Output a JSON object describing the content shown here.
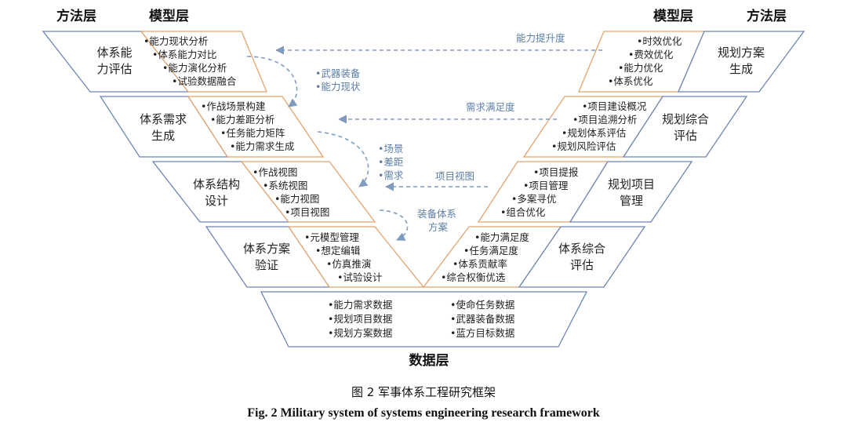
{
  "headers": {
    "left_method": "方法层",
    "left_model": "模型层",
    "right_model": "模型层",
    "right_method": "方法层",
    "data_layer": "数据层"
  },
  "left_methods": [
    [
      "体系能",
      "力评估"
    ],
    [
      "体系需求",
      "生成"
    ],
    [
      "体系结构",
      "设计"
    ],
    [
      "体系方案",
      "验证"
    ]
  ],
  "left_models": [
    [
      "•能力现状分析",
      "•体系能力对比",
      "•能力演化分析",
      "•试验数据融合"
    ],
    [
      "•作战场景构建",
      "•能力差距分析",
      "•任务能力矩阵",
      "•能力需求生成"
    ],
    [
      "•作战视图",
      "•系统视图",
      "•能力视图",
      "•项目视图"
    ],
    [
      "•元模型管理",
      "•想定编辑",
      "•仿真推演",
      "•试验设计"
    ]
  ],
  "right_models": [
    [
      "•时效优化",
      "•费效优化",
      "•能力优化",
      "•体系优化"
    ],
    [
      "•项目建设概况",
      "•项目追溯分析",
      "•规划体系评估",
      "•规划风险评估"
    ],
    [
      "•项目提报",
      "•项目管理",
      "•多案寻优",
      "•组合优化"
    ],
    [
      "•能力满足度",
      "•任务满足度",
      "•体系贡献率",
      "•综合权衡优选"
    ]
  ],
  "right_methods": [
    [
      "规划方案",
      "生成"
    ],
    [
      "规划综合",
      "评估"
    ],
    [
      "规划项目",
      "管理"
    ],
    [
      "体系综合",
      "评估"
    ]
  ],
  "data_items": {
    "left": [
      "•能力需求数据",
      "•规划项目数据",
      "•规划方案数据"
    ],
    "right": [
      "•使命任务数据",
      "•武器装备数据",
      "•蓝方目标数据"
    ]
  },
  "arrows": {
    "top": "能力提升度",
    "second": "需求满足度",
    "third": "项目视图",
    "curve1": [
      "•武器装备",
      "•能力现状"
    ],
    "curve2": [
      "•场景",
      "•差距",
      "•需求"
    ],
    "curve3": [
      "装备体系",
      "方案"
    ]
  },
  "caption": {
    "cn": "图 2  军事体系工程研究框架",
    "en": "Fig. 2 Military system of systems engineering research framework"
  },
  "colors": {
    "method_border": "#6b85b5",
    "model_border": "#e2a36d",
    "arrow": "#7f9cc0"
  }
}
